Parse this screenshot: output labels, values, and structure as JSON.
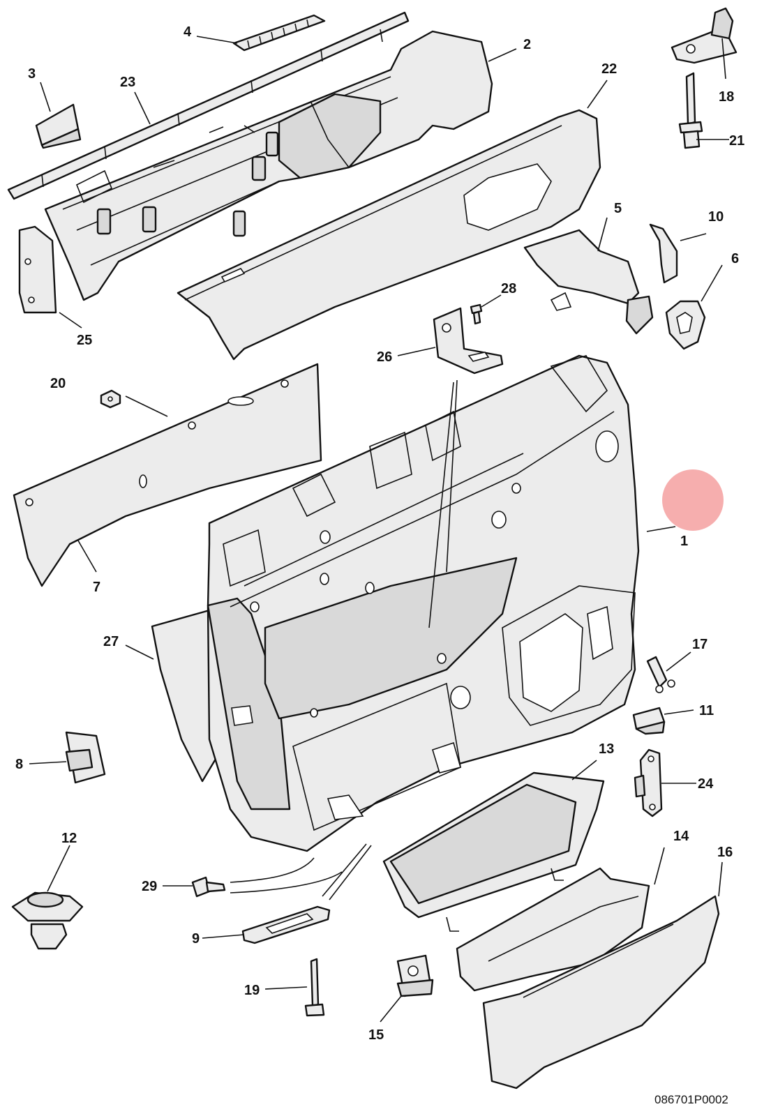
{
  "diagram": {
    "reference_code": "086701P0002",
    "highlight_color": "#f28c8c",
    "callouts": [
      {
        "id": "1",
        "label": "1",
        "part": "door-trim-panel"
      },
      {
        "id": "2",
        "label": "2",
        "part": "upper-trim-panel"
      },
      {
        "id": "3",
        "label": "3",
        "part": "clip"
      },
      {
        "id": "4",
        "label": "4",
        "part": "vent-grille"
      },
      {
        "id": "5",
        "label": "5",
        "part": "air-duct"
      },
      {
        "id": "6",
        "label": "6",
        "part": "grommet"
      },
      {
        "id": "7",
        "label": "7",
        "part": "inner-panel-insulation"
      },
      {
        "id": "8",
        "label": "8",
        "part": "bracket-clip"
      },
      {
        "id": "9",
        "label": "9",
        "part": "plate"
      },
      {
        "id": "10",
        "label": "10",
        "part": "cover"
      },
      {
        "id": "11",
        "label": "11",
        "part": "clip"
      },
      {
        "id": "12",
        "label": "12",
        "part": "fastener-button"
      },
      {
        "id": "13",
        "label": "13",
        "part": "storage-bin"
      },
      {
        "id": "14",
        "label": "14",
        "part": "pocket-trim"
      },
      {
        "id": "15",
        "label": "15",
        "part": "clip"
      },
      {
        "id": "16",
        "label": "16",
        "part": "pocket-cover"
      },
      {
        "id": "17",
        "label": "17",
        "part": "spring-clip"
      },
      {
        "id": "18",
        "label": "18",
        "part": "bracket-pin"
      },
      {
        "id": "19",
        "label": "19",
        "part": "rivet"
      },
      {
        "id": "20",
        "label": "20",
        "part": "nut"
      },
      {
        "id": "21",
        "label": "21",
        "part": "rivet"
      },
      {
        "id": "22",
        "label": "22",
        "part": "armrest-trim"
      },
      {
        "id": "23",
        "label": "23",
        "part": "sealing-strip"
      },
      {
        "id": "24",
        "label": "24",
        "part": "mounting-plate"
      },
      {
        "id": "25",
        "label": "25",
        "part": "end-cap"
      },
      {
        "id": "26",
        "label": "26",
        "part": "bracket"
      },
      {
        "id": "27",
        "label": "27",
        "part": "foam-pad"
      },
      {
        "id": "28",
        "label": "28",
        "part": "screw"
      },
      {
        "id": "29",
        "label": "29",
        "part": "screw"
      }
    ]
  }
}
